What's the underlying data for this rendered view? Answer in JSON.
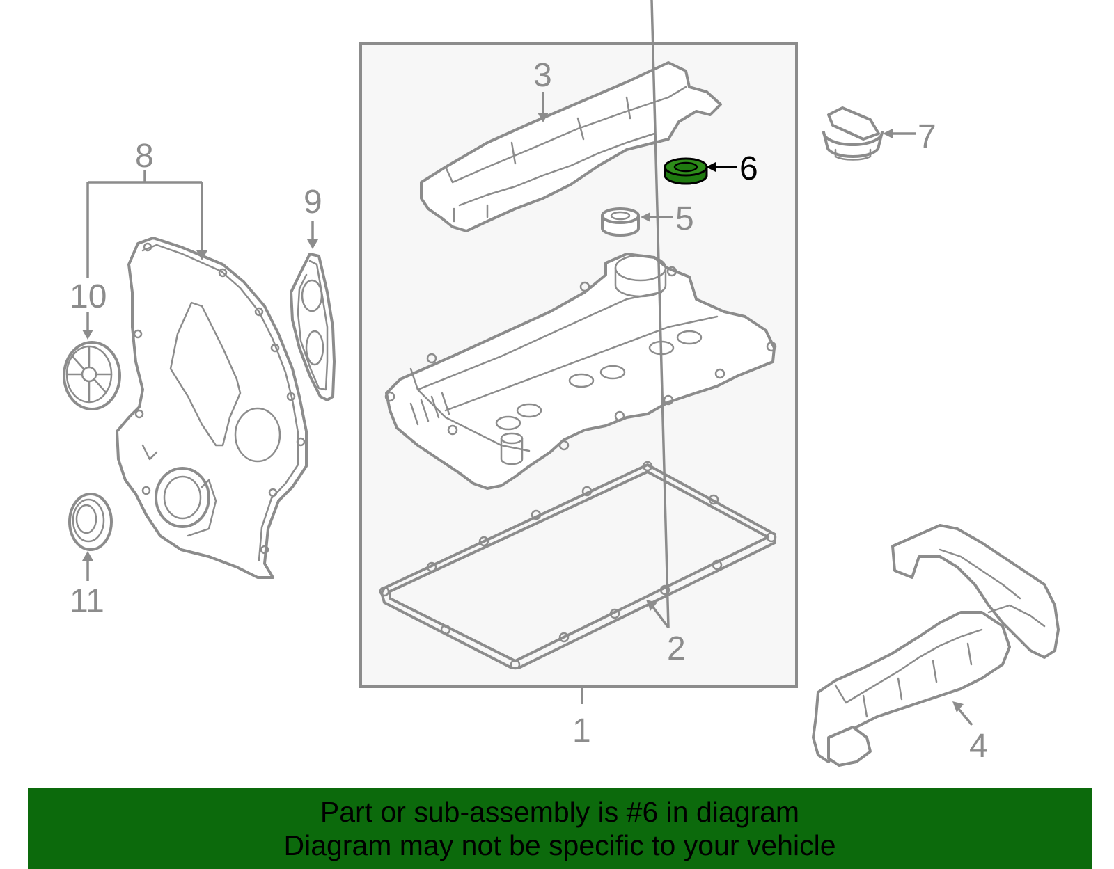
{
  "callouts": {
    "c1": "1",
    "c2": "2",
    "c3": "3",
    "c4": "4",
    "c5": "5",
    "c6": "6",
    "c7": "7",
    "c8": "8",
    "c9": "9",
    "c10": "10",
    "c11": "11"
  },
  "highlight": {
    "part": "6",
    "color": "#1f7a10"
  },
  "colors": {
    "line": "#8c8c8c",
    "box_fill": "#f7f7f7",
    "banner": "#0c6a0c"
  },
  "banner": {
    "line1": "Part or sub-assembly is #6 in diagram",
    "line2": "Diagram may not be specific to your vehicle"
  }
}
